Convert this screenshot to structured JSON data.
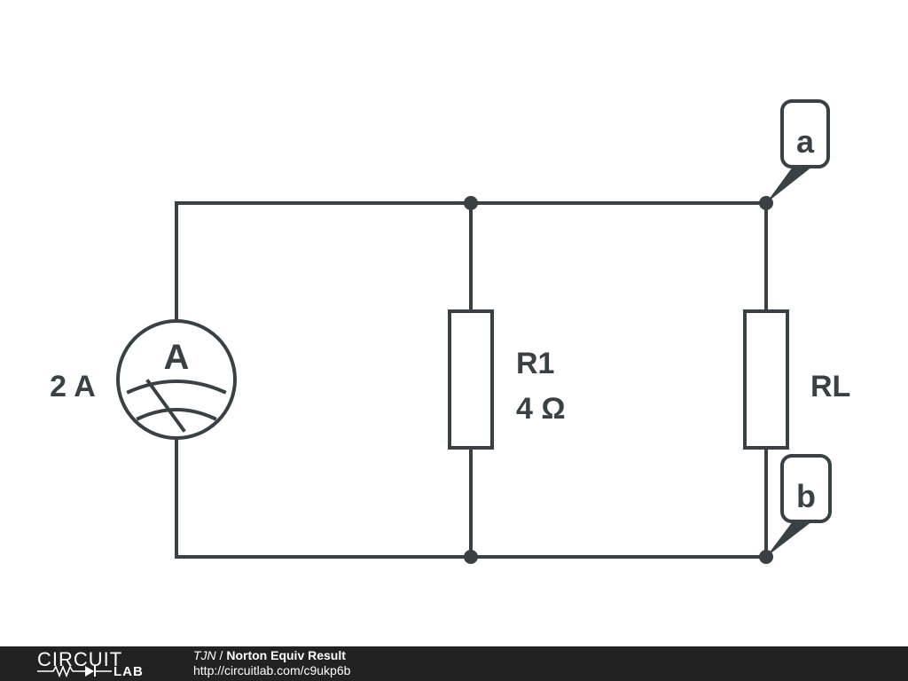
{
  "schematic": {
    "source_label": "2 A",
    "source_symbol": "A",
    "r1_name": "R1",
    "r1_value": "4 Ω",
    "rl_name": "RL",
    "terminal_a": "a",
    "terminal_b": "b",
    "colors": {
      "line": "#3a4145",
      "background": "#ffffff"
    }
  },
  "footer": {
    "logo_top": "CIRCUIT",
    "logo_bottom": "LAB",
    "author": "TJN",
    "separator": " / ",
    "title": "Norton Equiv Result",
    "url": "http://circuitlab.com/c9ukp6b",
    "colors": {
      "background": "#222222",
      "text": "#ffffff"
    }
  }
}
